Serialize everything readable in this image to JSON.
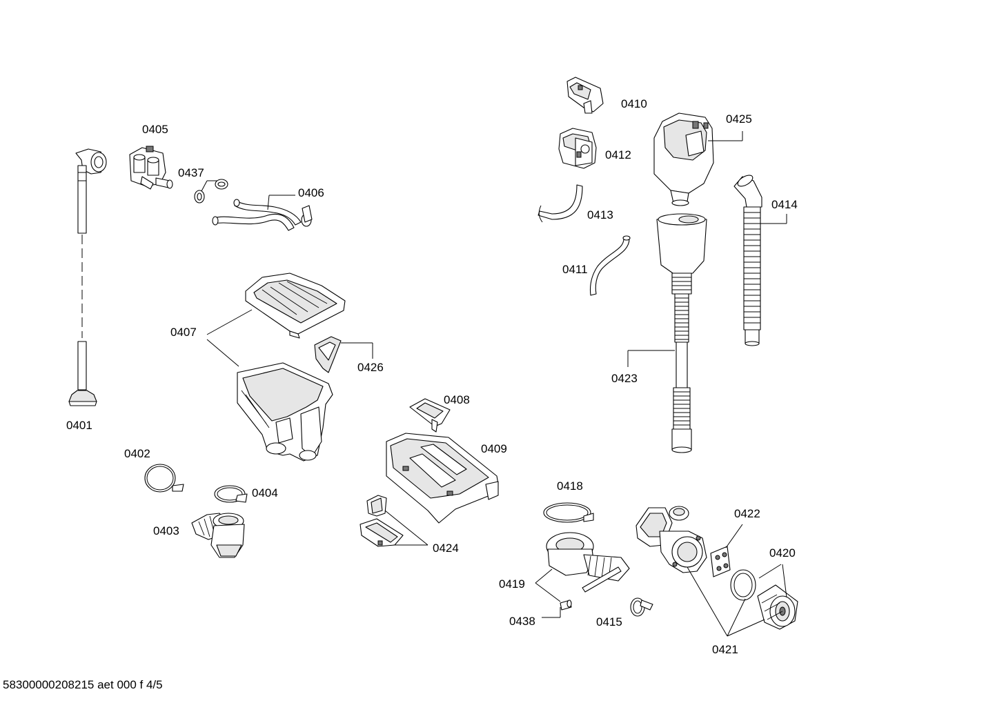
{
  "diagram": {
    "labels": {
      "p0401": "0401",
      "p0402": "0402",
      "p0403": "0403",
      "p0404": "0404",
      "p0405": "0405",
      "p0406": "0406",
      "p0407": "0407",
      "p0408": "0408",
      "p0409": "0409",
      "p0410": "0410",
      "p0411": "0411",
      "p0412": "0412",
      "p0413": "0413",
      "p0414": "0414",
      "p0415": "0415",
      "p0418": "0418",
      "p0419": "0419",
      "p0420": "0420",
      "p0421": "0421",
      "p0422": "0422",
      "p0423": "0423",
      "p0424": "0424",
      "p0425": "0425",
      "p0426": "0426",
      "p0437": "0437",
      "p0438": "0438"
    },
    "footer": "58300000208215 aet 000 f 4/5"
  }
}
